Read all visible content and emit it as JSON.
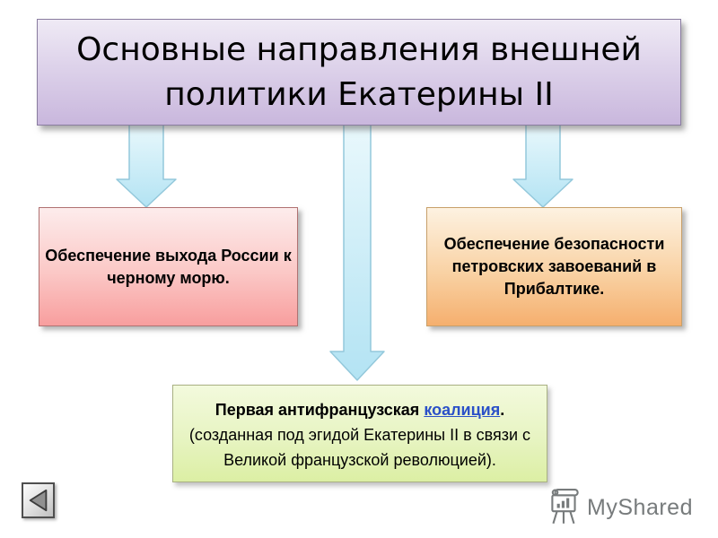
{
  "title": {
    "full_text": "Основные направления внешней политики Екатерины II",
    "lines": [
      "Основные направления внешней",
      "политики Екатерины II"
    ]
  },
  "boxes": {
    "black_sea": {
      "full_text": "Обеспечение выхода России к черному морю.",
      "lines": [
        "Обеспечение выхода России к",
        "черному морю."
      ]
    },
    "baltic": {
      "full_text": "Обеспечение безопасности петровских завоеваний в Прибалтике.",
      "lines": [
        "Обеспечение безопасности",
        "петровских завоеваний в",
        "Прибалтике."
      ]
    },
    "coalition": {
      "line1_prefix": "Первая антифранцузская ",
      "link_text": "коалиция",
      "line1_suffix": ".",
      "line2": "(созданная под эгидой Екатерины II в связи с",
      "line3": "Великой французской революцией)."
    }
  },
  "watermark": {
    "text": "MyShared"
  },
  "icons": {
    "arrow_down": "blue gradient down-arrow connector",
    "back": "left-triangle navigation button",
    "easel_chart": "flipchart easel with bar chart (MyShared logo)"
  },
  "colors": {
    "title_gradient_top": "#efeaf5",
    "title_gradient_bottom": "#c9b7dd",
    "title_border": "#8a7da0",
    "pink_gradient_top": "#fdecec",
    "pink_gradient_bottom": "#f89e9e",
    "pink_border": "#b07272",
    "orange_gradient_top": "#fdf2e1",
    "orange_gradient_bottom": "#f5af6e",
    "orange_border": "#c8a06a",
    "green_gradient_top": "#f3fadd",
    "green_gradient_bottom": "#dcefa4",
    "green_border": "#a9b183",
    "arrow_fill_top": "#e9f8fc",
    "arrow_fill_bottom": "#b3e3f3",
    "arrow_stroke": "#93c8db",
    "link_blue": "#2b50c8",
    "watermark_gray": "#777b7c",
    "text_black": "#000000",
    "background": "#ffffff"
  }
}
